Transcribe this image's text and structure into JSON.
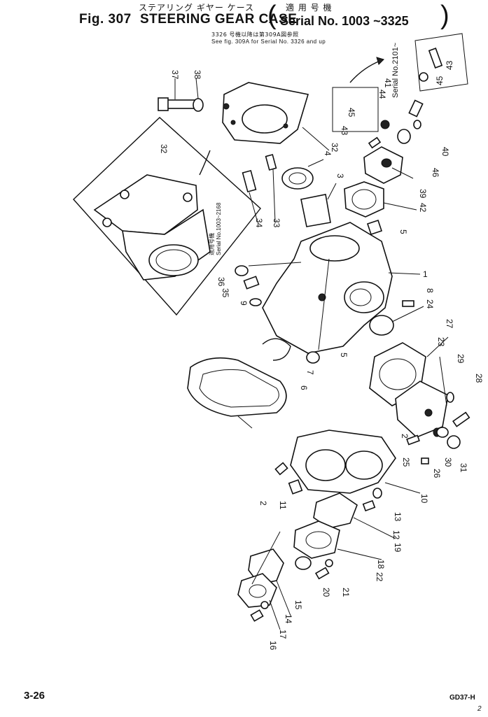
{
  "header": {
    "jp_title": "ステアリング ギヤー ケース",
    "fig_label": "Fig. 307",
    "title": "STEERING GEAR CASE",
    "jp_applicable": "適 用 号 機",
    "serial": "Serial No. 1003 ~3325",
    "note_jp": "3326 号機以降は第309A図参照",
    "note_en": "See fig. 309A for Serial No. 3326 and up"
  },
  "inset_labels": {
    "left_serial": "Serial No.1003~2168",
    "left_jp": "適用号機",
    "top_serial": "Serial No.2101~"
  },
  "parts": [
    "37",
    "38",
    "32",
    "4",
    "3",
    "34",
    "33",
    "36",
    "35",
    "9",
    "1",
    "5",
    "8",
    "24",
    "7",
    "6",
    "27",
    "23",
    "29",
    "28",
    "45",
    "44",
    "41",
    "43",
    "40",
    "46",
    "39",
    "42",
    "43",
    "45",
    "2",
    "25",
    "26",
    "30",
    "31",
    "2",
    "11",
    "10",
    "13",
    "12",
    "19",
    "18",
    "20",
    "21",
    "22",
    "15",
    "14",
    "17",
    "16"
  ],
  "footer": {
    "page": "3-26",
    "model": "GD37-H",
    "subpage": "2"
  }
}
